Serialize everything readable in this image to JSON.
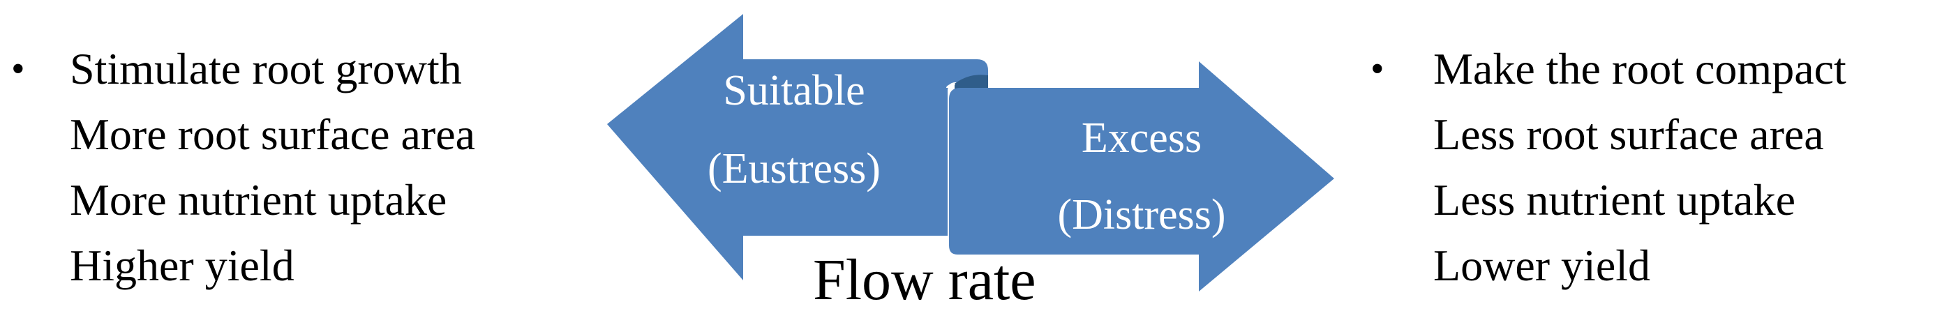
{
  "bullet_symbol": "•",
  "left_effects": {
    "items": [
      "Stimulate root growth",
      "More root surface area",
      "More nutrient uptake",
      "Higher yield"
    ]
  },
  "right_effects": {
    "items": [
      "Make the root compact",
      "Less root surface area",
      "Less nutrient uptake",
      "Lower yield"
    ]
  },
  "left_arrow": {
    "line1": "Suitable",
    "line2": "(Eustress)"
  },
  "right_arrow": {
    "line1": "Excess",
    "line2": "(Distress)"
  },
  "axis_label": "Flow rate",
  "colors": {
    "arrow_fill": "#4f81bd",
    "arrow_dark": "#2f5d8a",
    "text": "#000000",
    "arrow_text": "#ffffff"
  }
}
